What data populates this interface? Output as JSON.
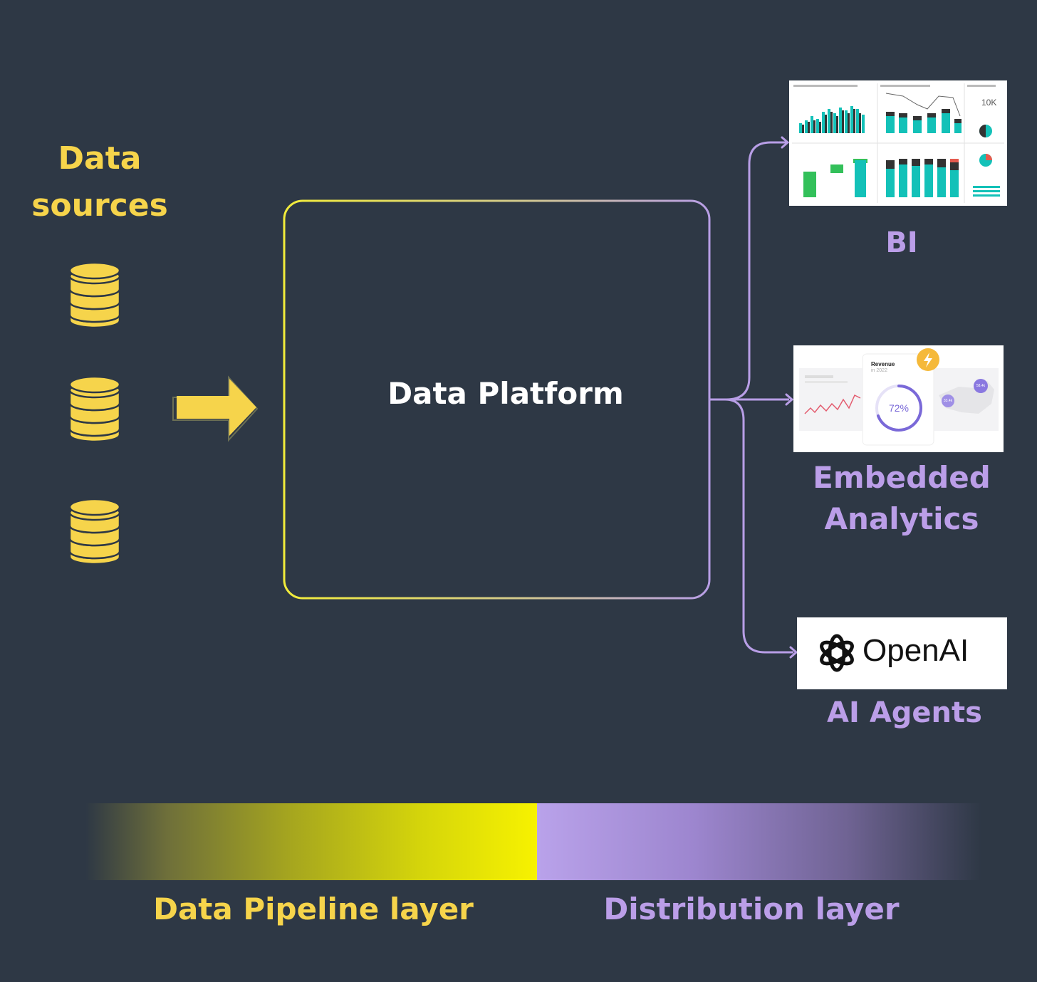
{
  "data_sources": {
    "title_line1": "Data",
    "title_line2": "sources",
    "icon_count": 3
  },
  "platform": {
    "title": "Data Platform"
  },
  "outputs": {
    "bi": {
      "label": "BI",
      "thumb_value": "10K"
    },
    "embedded": {
      "label_line1": "Embedded",
      "label_line2": "Analytics",
      "card_title": "Revenue",
      "card_subtitle": "in 2022",
      "card_value": "72%",
      "badge_a": "58.4k",
      "badge_b": "33.4k"
    },
    "ai": {
      "label": "AI Agents",
      "logo_text": "OpenAI"
    }
  },
  "layers": {
    "left": "Data Pipeline layer",
    "right": "Distribution layer"
  },
  "colors": {
    "background": "#2e3845",
    "yellow": "#f6d44b",
    "purple": "#bb9ee8"
  }
}
